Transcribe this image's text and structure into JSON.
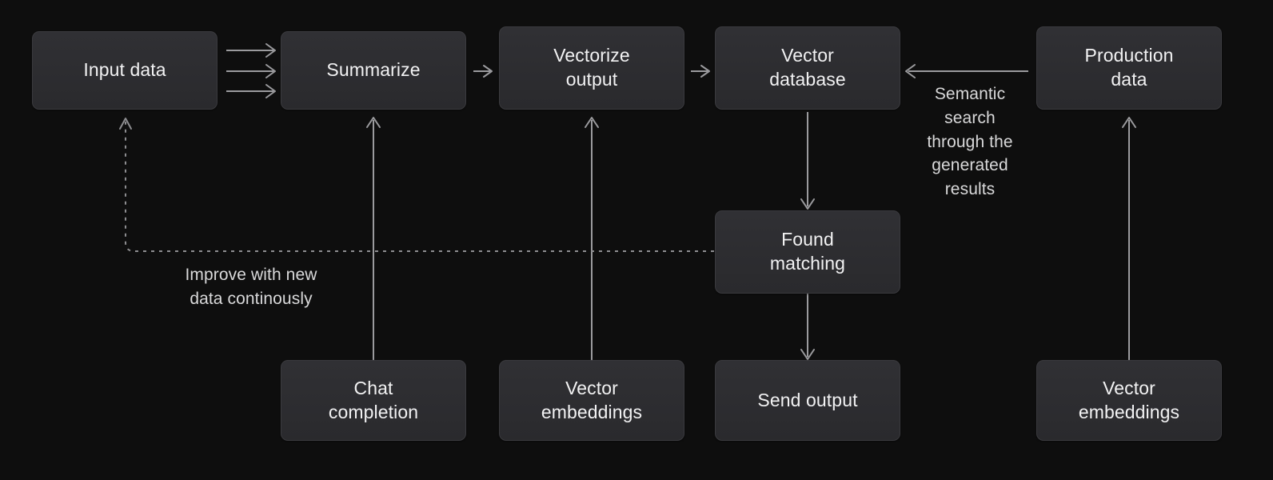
{
  "diagram": {
    "title": "LLM data pipeline with vector database feedback loop",
    "background_color": "#0e0e0e",
    "node_fill_color": "#2c2c30",
    "node_border_color": "#3a3a3e",
    "text_color": "#f2f2f3",
    "wire_color": "#9b9b9e"
  },
  "nodes": {
    "input_data": "Input data",
    "summarize": "Summarize",
    "vectorize_output": "Vectorize\noutput",
    "vector_database": "Vector\ndatabase",
    "production_data": "Production\ndata",
    "found_matching": "Found\nmatching",
    "chat_completion": "Chat\ncompletion",
    "vector_embeddings_left": "Vector\nembeddings",
    "send_output": "Send output",
    "vector_embeddings_right": "Vector\nembeddings"
  },
  "edge_labels": {
    "semantic_search": "Semantic\nsearch\nthrough the\ngenerated\nresults",
    "improve_loop": "Improve with new\ndata continously"
  },
  "edges": [
    {
      "id": "input-to-summarize-1",
      "from": "input_data",
      "to": "summarize",
      "style": "solid",
      "direction": "right"
    },
    {
      "id": "input-to-summarize-2",
      "from": "input_data",
      "to": "summarize",
      "style": "solid",
      "direction": "right"
    },
    {
      "id": "input-to-summarize-3",
      "from": "input_data",
      "to": "summarize",
      "style": "solid",
      "direction": "right"
    },
    {
      "id": "summarize-to-vectorize",
      "from": "summarize",
      "to": "vectorize_output",
      "style": "solid",
      "direction": "right"
    },
    {
      "id": "vectorize-to-database",
      "from": "vectorize_output",
      "to": "vector_database",
      "style": "solid",
      "direction": "right"
    },
    {
      "id": "production-to-database",
      "from": "production_data",
      "to": "vector_database",
      "style": "solid",
      "direction": "left",
      "label": "semantic_search"
    },
    {
      "id": "database-to-found",
      "from": "vector_database",
      "to": "found_matching",
      "style": "solid",
      "direction": "down"
    },
    {
      "id": "found-to-send",
      "from": "found_matching",
      "to": "send_output",
      "style": "solid",
      "direction": "down"
    },
    {
      "id": "chat-to-summarize",
      "from": "chat_completion",
      "to": "summarize",
      "style": "solid",
      "direction": "up"
    },
    {
      "id": "embeddings-to-vectorize",
      "from": "vector_embeddings_left",
      "to": "vectorize_output",
      "style": "solid",
      "direction": "up"
    },
    {
      "id": "embeddings-to-production",
      "from": "vector_embeddings_right",
      "to": "production_data",
      "style": "solid",
      "direction": "up"
    },
    {
      "id": "found-to-input-feedback",
      "from": "found_matching",
      "to": "input_data",
      "style": "dashed",
      "direction": "up",
      "label": "improve_loop"
    }
  ]
}
